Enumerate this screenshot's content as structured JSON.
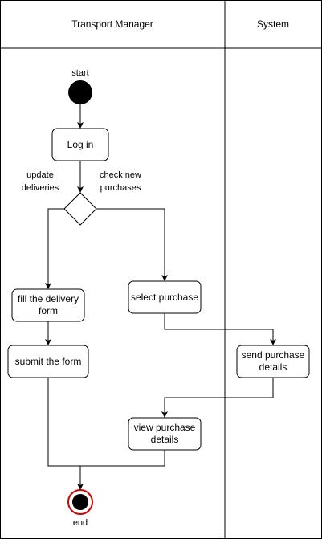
{
  "swimlanes": {
    "left_title": "Transport Manager",
    "right_title": "System"
  },
  "nodes": {
    "start_label": "start",
    "end_label": "end",
    "log_in": "Log in",
    "fill_form": [
      "fill the delivery",
      "form"
    ],
    "submit_form": "submit the form",
    "select_purchase": "select purchase",
    "send_details": [
      "send purchase",
      "details"
    ],
    "view_details": [
      "view purchase",
      "details"
    ]
  },
  "guards": {
    "update": [
      "update",
      "deliveries"
    ],
    "check": [
      "check new",
      "purchases"
    ]
  }
}
